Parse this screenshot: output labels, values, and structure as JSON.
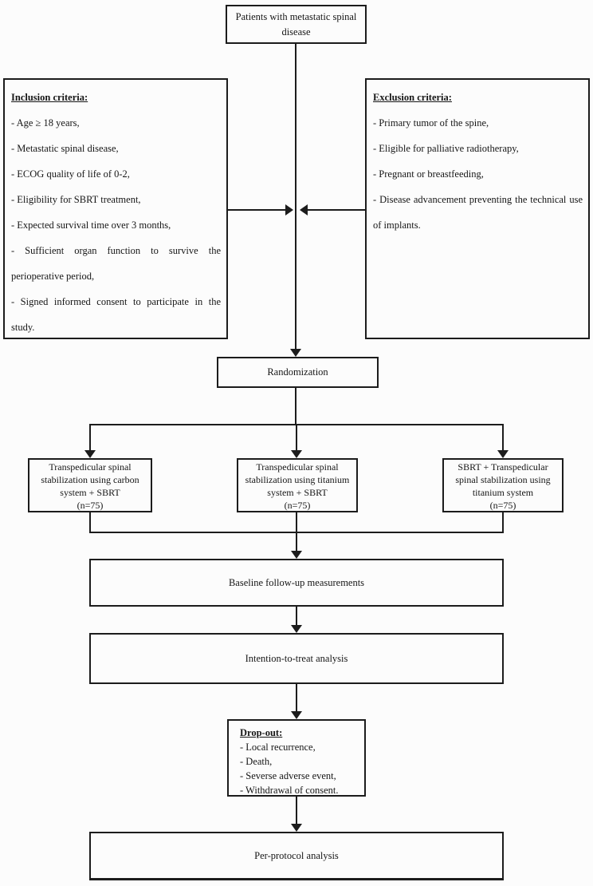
{
  "top_box": {
    "lines": [
      "Patients with metastatic spinal",
      "disease"
    ]
  },
  "inclusion": {
    "title": "Inclusion criteria:",
    "items": [
      "- Age ≥ 18 years,",
      "- Metastatic spinal disease,",
      "- ECOG quality of life of 0-2,",
      "- Eligibility for SBRT treatment,",
      "- Expected survival time over 3 months,",
      "- Sufficient organ function to survive the perioperative period,",
      "- Signed informed consent to participate in the study."
    ]
  },
  "exclusion": {
    "title": "Exclusion criteria:",
    "items": [
      "- Primary tumor of the spine,",
      "- Eligible for palliative radiotherapy,",
      "- Pregnant or breastfeeding,",
      "- Disease advancement preventing the technical use of implants."
    ]
  },
  "randomization": {
    "label": "Randomization"
  },
  "arms": [
    {
      "lines": [
        "Transpedicular spinal",
        "stabilization using carbon",
        "system + SBRT",
        "(n=75)"
      ]
    },
    {
      "lines": [
        "Transpedicular spinal",
        "stabilization using titanium",
        "system + SBRT",
        "(n=75)"
      ]
    },
    {
      "lines": [
        "SBRT + Transpedicular",
        "spinal stabilization using",
        "titanium system",
        "(n=75)"
      ]
    }
  ],
  "baseline": {
    "label": "Baseline follow-up measurements"
  },
  "itt": {
    "label": "Intention-to-treat analysis"
  },
  "dropout": {
    "title": "Drop-out:",
    "items": [
      "- Local recurrence,",
      "- Death,",
      "- Severse adverse event,",
      "- Withdrawal of consent."
    ]
  },
  "per_protocol": {
    "label": "Per-protocol analysis"
  },
  "colors": {
    "line": "#1c1c1c",
    "background": "#fcfcfc"
  }
}
